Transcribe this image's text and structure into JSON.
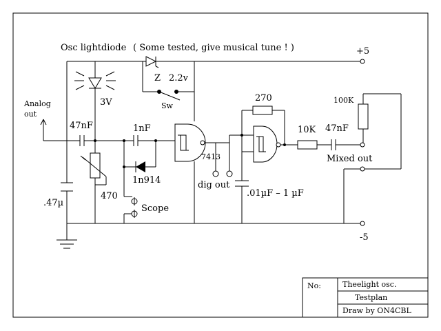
{
  "header": {
    "title": "Osc lightdiode",
    "note": "( Some tested, give musical tune ! )"
  },
  "labels": {
    "plus5": "+5",
    "minus5": "-5",
    "analog_out": "Analog out",
    "cap47n_a": "47nF",
    "cap1n": "1nF",
    "led_v": "3V",
    "zener": "Z",
    "zener_v": "2.2v",
    "sw": "Sw",
    "cap047": ".47µ",
    "pot": "470",
    "diode": "1n914",
    "scope": "Scope",
    "gate": "7413",
    "dig_out": "dig out",
    "cap_range": ".01µF – 1 µF",
    "r270": "270",
    "r10k": "10K",
    "cap47n_b": "47nF",
    "r100k": "100K",
    "mixed_out": "Mixed out"
  },
  "title_block": {
    "no_label": "No:",
    "name": "Theelight osc.",
    "sub": "Testplan",
    "author": "Draw by ON4CBL"
  }
}
